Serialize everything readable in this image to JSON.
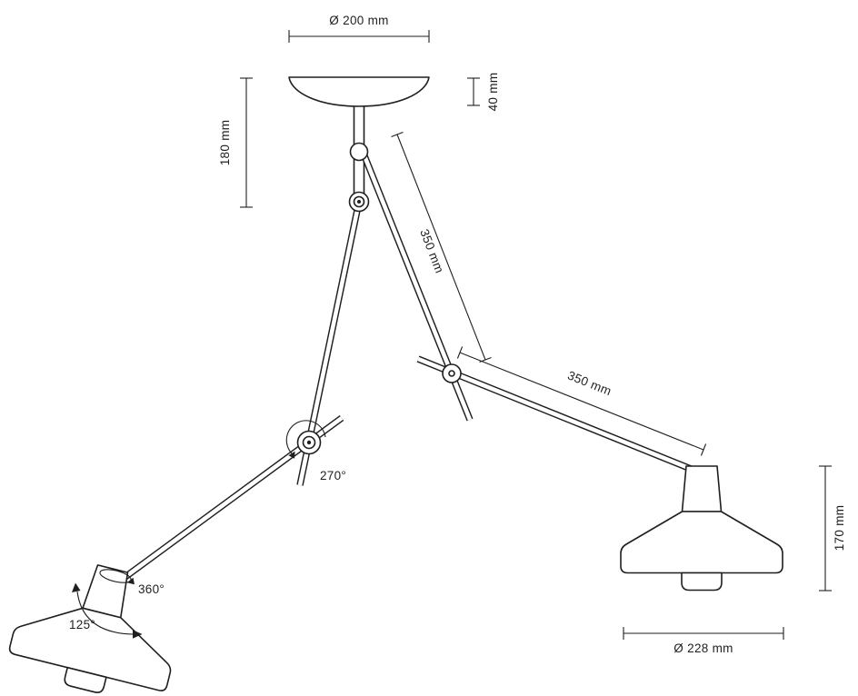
{
  "diagram": {
    "subject": "articulated double-arm ceiling lamp technical dimension drawing",
    "dimensions": {
      "canopy_diameter": "Ø 200 mm",
      "canopy_height": "40 mm",
      "stem_drop": "180 mm",
      "upper_arm_length": "350 mm",
      "lower_arm_length": "350 mm",
      "shade_height": "170 mm",
      "shade_diameter": "Ø 228 mm"
    },
    "rotations": {
      "elbow_rotation": "270°",
      "shade_swivel": "360°",
      "shade_tilt": "125°"
    },
    "colors": {
      "line": "#1f1f1f",
      "background": "#ffffff"
    }
  }
}
